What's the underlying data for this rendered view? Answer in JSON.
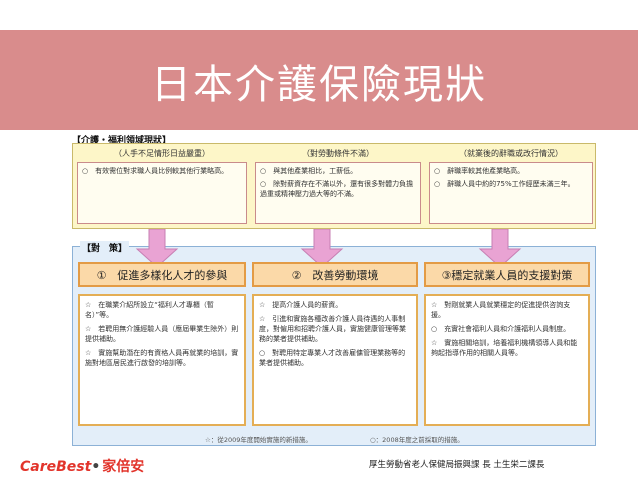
{
  "title": "日本介護保險現狀",
  "current_state": {
    "label": "【介護・福利領域現狀】",
    "columns": [
      {
        "heading": "（人手不足情形日益嚴重）",
        "items": [
          "○　有效需位對求職人員比例較其他行業略高。"
        ]
      },
      {
        "heading": "（對勞動條件不滿）",
        "items": [
          "○　與其他產業相比，工薪低。",
          "○　除對薪資存在不滿以外，還有很多對體力負擔過重或精神壓力過大等的不滿。"
        ]
      },
      {
        "heading": "（就業後的辭職或改行情況）",
        "items": [
          "○　辭職率較其他產業略高。",
          "○　辭職人員中約的75%工作經歷未滿三年。"
        ]
      }
    ]
  },
  "measures": {
    "label": "【對　策】",
    "columns": [
      {
        "heading": "①　促進多樣化人才的參與",
        "items": [
          "☆　在職業介紹所設立“福利人才專櫃（暫名）”等。",
          "☆　若聘用無介護經驗人員（應屆畢業生除外）則提供補助。",
          "☆　實施幫助潛在的有資格人員再就業的培訓，實施對地區居民進行啟發的培訓等。"
        ]
      },
      {
        "heading": "②　改善勞動環境",
        "items": [
          "☆　提高介護人員的薪資。",
          "☆　引進和實施各種改善介護人員待遇的人事制度，對僱用和招聘介護人員，實施健康管理等業務的業者提供補助。",
          "○　對聘用特定專業人才改善雇傭管理業務等的業者提供補助。"
        ]
      },
      {
        "heading": "③穩定就業人員的支援對策",
        "items": [
          "☆　對剛就業人員就業穩定的促進提供咨詢支援。",
          "○　充實社會福利人員和介護福利人員制度。",
          "☆　實施相關培訓，培養福利機構領導人員和能夠起指導作用的相關人員等。"
        ]
      }
    ],
    "footnotes": [
      "☆：從2009年度開始實施的新措施。",
      "○：2008年度之前採取的措施。"
    ]
  },
  "logo": {
    "brand_en": "CareBest",
    "brand_cn": "家倍安"
  },
  "source": "厚生勞動省老人保健局振興課 長 土生栄二課長",
  "colors": {
    "banner": "#d98c8c",
    "top_panel": "#fdf6c8",
    "bottom_panel": "#e3eef9",
    "arrow": "#e9a3d3",
    "header_border": "#e39b45",
    "logo_red": "#e2342b"
  }
}
